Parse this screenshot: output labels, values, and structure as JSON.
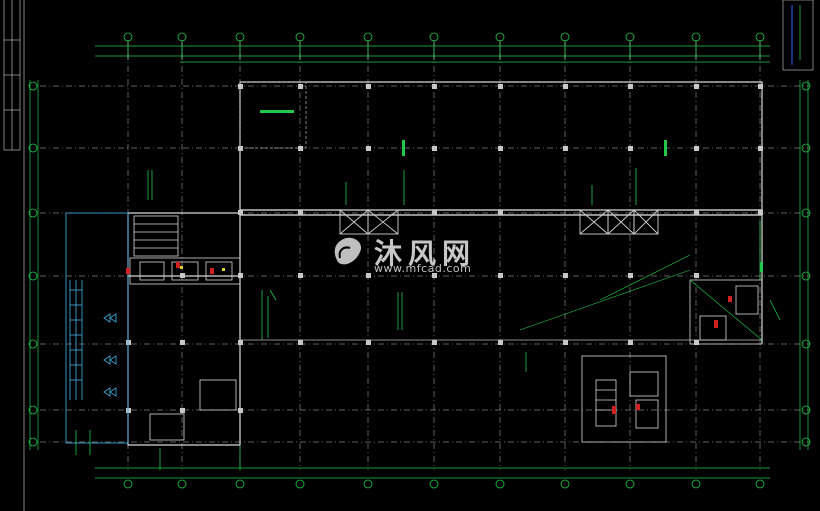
{
  "drawing": {
    "type": "architectural floor plan (CAD)",
    "background": "#000000",
    "colors": {
      "grid_axis": "#c8c8c8",
      "dimension": "#22c84a",
      "wall": "#dcdcdc",
      "column": "#bfbfbf",
      "stair_cyan": "#3aa0d0",
      "accent_red": "#d02020",
      "accent_yellow": "#e0d020"
    }
  },
  "watermark": {
    "brand": "沐风网",
    "url": "www.mfcad.com"
  }
}
